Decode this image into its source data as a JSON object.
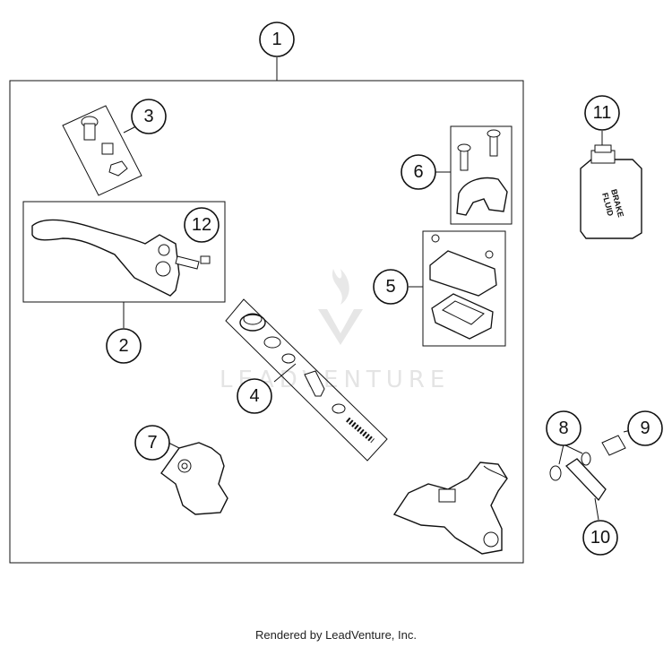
{
  "callouts": [
    "1",
    "2",
    "3",
    "4",
    "5",
    "6",
    "7",
    "8",
    "9",
    "10",
    "11",
    "12"
  ],
  "bottle_label_line1": "BRAKE",
  "bottle_label_line2": "FLUID",
  "watermark": "LEADVENTURE",
  "footer": "Rendered by LeadVenture, Inc.",
  "colors": {
    "line": "#111111",
    "watermark": "#e4e4e4"
  }
}
